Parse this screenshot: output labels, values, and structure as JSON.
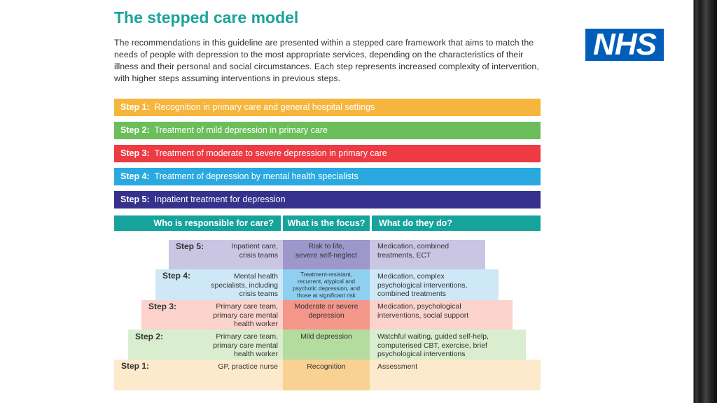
{
  "title": "The stepped care model",
  "intro": "The recommendations in this guideline are presented within a stepped care framework that aims to match the needs of people with depression to the most appropriate services, depending on the characteristics of their illness and their personal and social circumstances. Each step represents increased complexity of intervention, with higher steps assuming interventions in previous steps.",
  "logo": "NHS",
  "bars": [
    {
      "step": "Step 1:",
      "text": "Recognition in primary care and general hospital settings",
      "color": "#f6b53d"
    },
    {
      "step": "Step 2:",
      "text": "Treatment of mild depression in primary care",
      "color": "#6cbe5a"
    },
    {
      "step": "Step 3:",
      "text": "Treatment of moderate to severe depression in primary care",
      "color": "#ee3a43"
    },
    {
      "step": "Step 4:",
      "text": "Treatment of depression by mental health specialists",
      "color": "#2aa9e0"
    },
    {
      "step": "Step 5:",
      "text": "Inpatient treatment for depression",
      "color": "#35318c"
    }
  ],
  "headers": {
    "who": "Who is responsible for care?",
    "focus": "What is the focus?",
    "what": "What do they do?"
  },
  "pyramid": [
    {
      "step": "Step 5:",
      "who": "Inpatient care,\ncrisis teams",
      "focus": "Risk to life,\nsevere self-neglect",
      "what": "Medication, combined\ntreatments, ECT"
    },
    {
      "step": "Step 4:",
      "who": "Mental health\nspecialists, including\ncrisis teams",
      "focus": "Treatment-resistant,\nrecurrent, atypical and\npsychotic depression, and\nthose at significant risk",
      "what": "Medication, complex\npsychological interventions,\ncombined treatments"
    },
    {
      "step": "Step 3:",
      "who": "Primary care team,\nprimary care mental\nhealth worker",
      "focus": "Moderate or severe\ndepression",
      "what": "Medication, psychological\ninterventions, social support"
    },
    {
      "step": "Step 2:",
      "who": "Primary care team,\nprimary care mental\nhealth worker",
      "focus": "Mild depression",
      "what": "Watchful waiting, guided self-help,\ncomputerised CBT, exercise, brief\npsychological interventions"
    },
    {
      "step": "Step 1:",
      "who": "GP, practice nurse",
      "focus": "Recognition",
      "what": "Assessment"
    }
  ],
  "colors": {
    "accent": "#1aa39a",
    "step5_light": "#c9c5e3",
    "step5_dark": "#9d97cc",
    "step4_light": "#cfe8f7",
    "step4_dark": "#8fd0f1",
    "step3_light": "#fbd3cc",
    "step3_dark": "#f4978a",
    "step2_light": "#d9edcf",
    "step2_dark": "#b5dc9f",
    "step1_light": "#fde9cb",
    "step1_dark": "#f9d193"
  }
}
